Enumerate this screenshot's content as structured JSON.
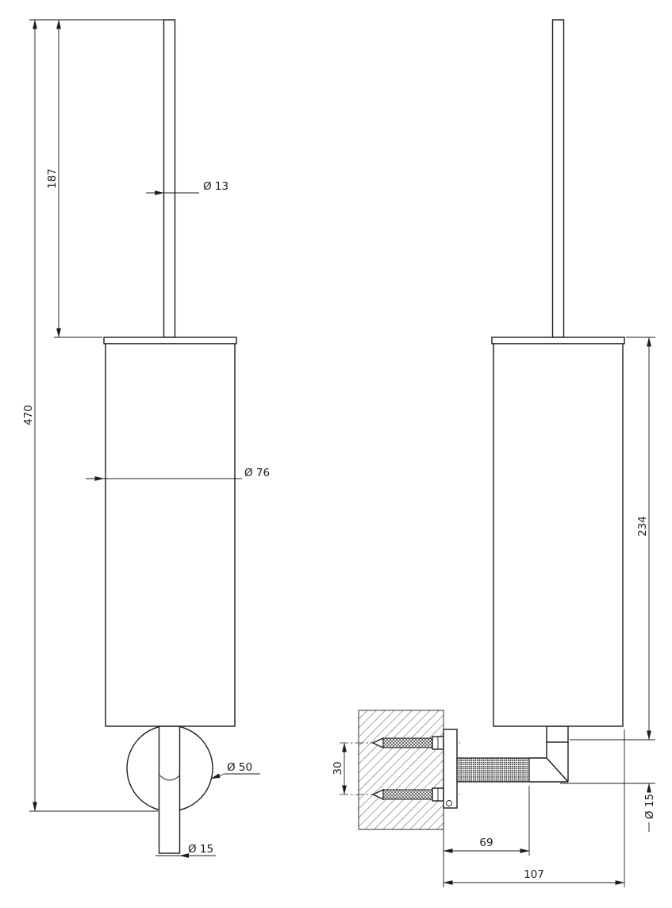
{
  "page": {
    "background": "#ffffff",
    "line_color": "#1c1c1c"
  },
  "front_view": {
    "dim_handle_length": "187",
    "dim_overall_height": "470",
    "dim_handle_diameter": "Ø 13",
    "dim_canister_diameter": "Ø 76",
    "dim_flange_diameter": "Ø 50",
    "dim_lower_rod_diameter": "Ø 15"
  },
  "side_view": {
    "dim_canister_height": "234",
    "dim_screw_spacing": "30",
    "dim_arm_diameter": "Ø 15",
    "dim_wall_to_arm_end": "69",
    "dim_overall_depth": "107"
  }
}
